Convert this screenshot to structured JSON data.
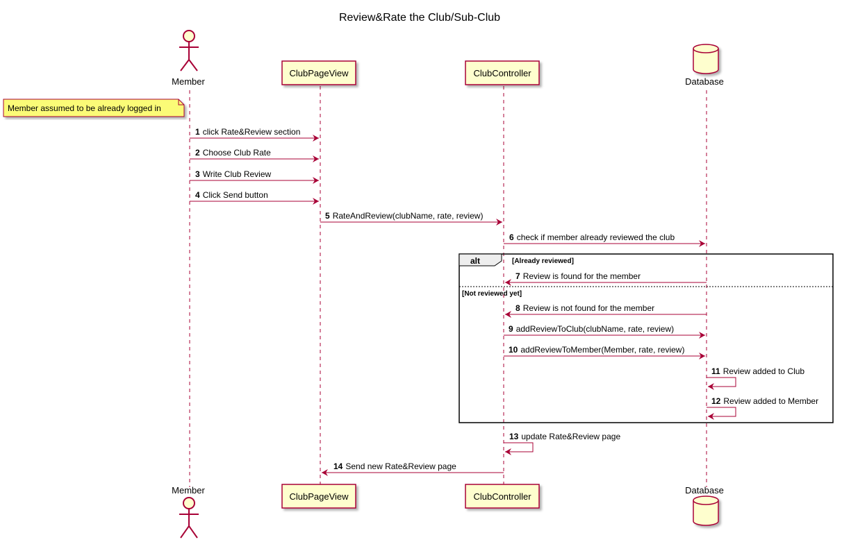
{
  "title": "Review&Rate the Club/Sub-Club",
  "participants": [
    {
      "id": "member",
      "label": "Member",
      "kind": "actor"
    },
    {
      "id": "view",
      "label": "ClubPageView",
      "kind": "participant"
    },
    {
      "id": "ctrl",
      "label": "ClubController",
      "kind": "participant"
    },
    {
      "id": "db",
      "label": "Database",
      "kind": "database"
    }
  ],
  "note": "Member assumed to be already logged in",
  "messages": [
    {
      "num": "1",
      "label": "click Rate&Review section",
      "from": "member",
      "to": "view"
    },
    {
      "num": "2",
      "label": "Choose Club Rate",
      "from": "member",
      "to": "view"
    },
    {
      "num": "3",
      "label": "Write Club Review",
      "from": "member",
      "to": "view"
    },
    {
      "num": "4",
      "label": "Click Send button",
      "from": "member",
      "to": "view"
    },
    {
      "num": "5",
      "label": "RateAndReview(clubName, rate, review)",
      "from": "view",
      "to": "ctrl"
    },
    {
      "num": "6",
      "label": "check if member already reviewed the club",
      "from": "ctrl",
      "to": "db"
    },
    {
      "num": "7",
      "label": "Review is found for the member",
      "from": "db",
      "to": "ctrl"
    },
    {
      "num": "8",
      "label": "Review is not found for the member",
      "from": "db",
      "to": "ctrl"
    },
    {
      "num": "9",
      "label": "addReviewToClub(clubName, rate, review)",
      "from": "ctrl",
      "to": "db"
    },
    {
      "num": "10",
      "label": "addReviewToMember(Member, rate, review)",
      "from": "ctrl",
      "to": "db"
    },
    {
      "num": "11",
      "label": "Review added to Club",
      "from": "db",
      "to": "db"
    },
    {
      "num": "12",
      "label": "Review added to Member",
      "from": "db",
      "to": "db"
    },
    {
      "num": "13",
      "label": "update Rate&Review page",
      "from": "ctrl",
      "to": "ctrl"
    },
    {
      "num": "14",
      "label": "Send new Rate&Review page",
      "from": "ctrl",
      "to": "view"
    }
  ],
  "alt_fragment": {
    "label": "alt",
    "guards": [
      "[Already reviewed]",
      "[Not reviewed yet]"
    ]
  },
  "colors": {
    "line": "#a80036",
    "box_fill": "#fefece",
    "note_fill": "#fbfb77",
    "frame": "#000000"
  }
}
